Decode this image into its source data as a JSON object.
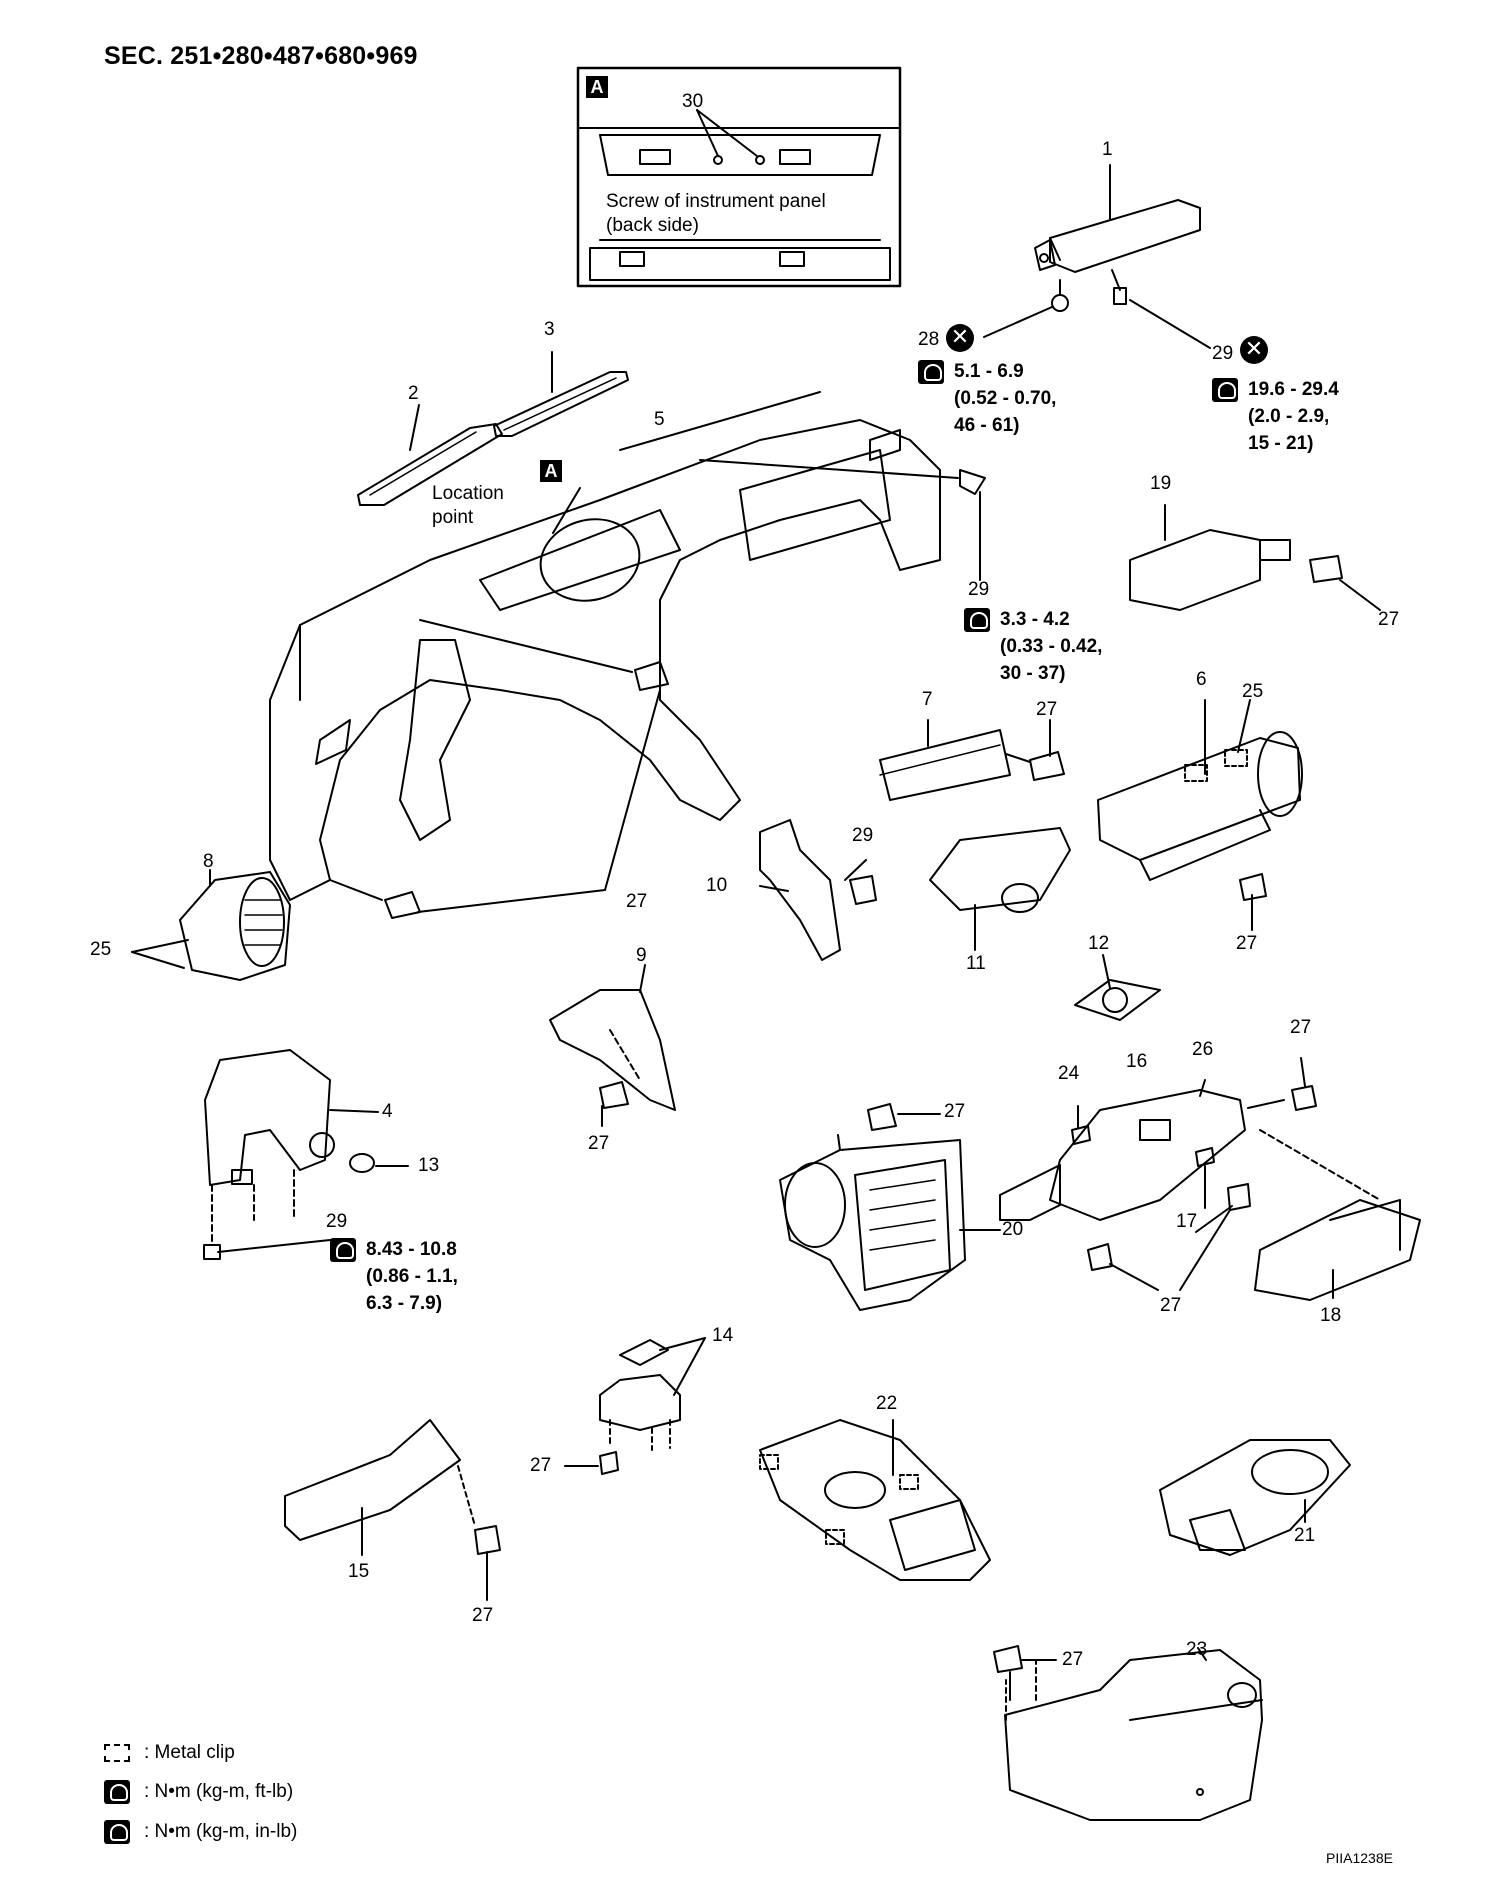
{
  "section_title": "SEC. 251•280•487•680•969",
  "inset": {
    "badge": "A",
    "callout": "30",
    "caption_line1": "Screw of instrument panel",
    "caption_line2": "(back side)"
  },
  "location": {
    "line1": "Location",
    "line2": "point",
    "badge": "A"
  },
  "part_labels": {
    "p1": "1",
    "p2": "2",
    "p3": "3",
    "p4": "4",
    "p5": "5",
    "p6": "6",
    "p7": "7",
    "p8": "8",
    "p9": "9",
    "p10": "10",
    "p11": "11",
    "p12": "12",
    "p13": "13",
    "p14": "14",
    "p15": "15",
    "p16": "16",
    "p17": "17",
    "p18": "18",
    "p19": "19",
    "p20": "20",
    "p21": "21",
    "p22": "22",
    "p23": "23",
    "p24": "24",
    "p25a": "25",
    "p25b": "25",
    "p26": "26",
    "p27_19": "27",
    "p27_7": "27",
    "p27_dash": "27",
    "p27_6": "27",
    "p27_9": "27",
    "p27_20": "27",
    "p27_top16": "27",
    "p27_bot16": "27",
    "p27_14": "27",
    "p27_15": "27",
    "p27_23": "27",
    "p28": "28",
    "p29_top": "29",
    "p29_mid": "29",
    "p29_10": "29",
    "p29_4": "29"
  },
  "torques": {
    "t28": {
      "l1": "5.1 - 6.9",
      "l2": "(0.52 - 0.70,",
      "l3": "46 - 61)"
    },
    "t29_top": {
      "l1": "19.6 - 29.4",
      "l2": "(2.0 - 2.9,",
      "l3": "15 - 21)"
    },
    "t29_mid": {
      "l1": "3.3 - 4.2",
      "l2": "(0.33 - 0.42,",
      "l3": "30 - 37)"
    },
    "t29_4": {
      "l1": "8.43 - 10.8",
      "l2": "(0.86 - 1.1,",
      "l3": "6.3 - 7.9)"
    }
  },
  "legend": {
    "metal_clip": ": Metal clip",
    "ft_lb": ": N•m (kg-m, ft-lb)",
    "in_lb": ": N•m (kg-m, in-lb)"
  },
  "figure_code": "PIIA1238E",
  "icons": {
    "torque": "torque-wrench-icon",
    "replace": "do-not-reuse-icon"
  }
}
